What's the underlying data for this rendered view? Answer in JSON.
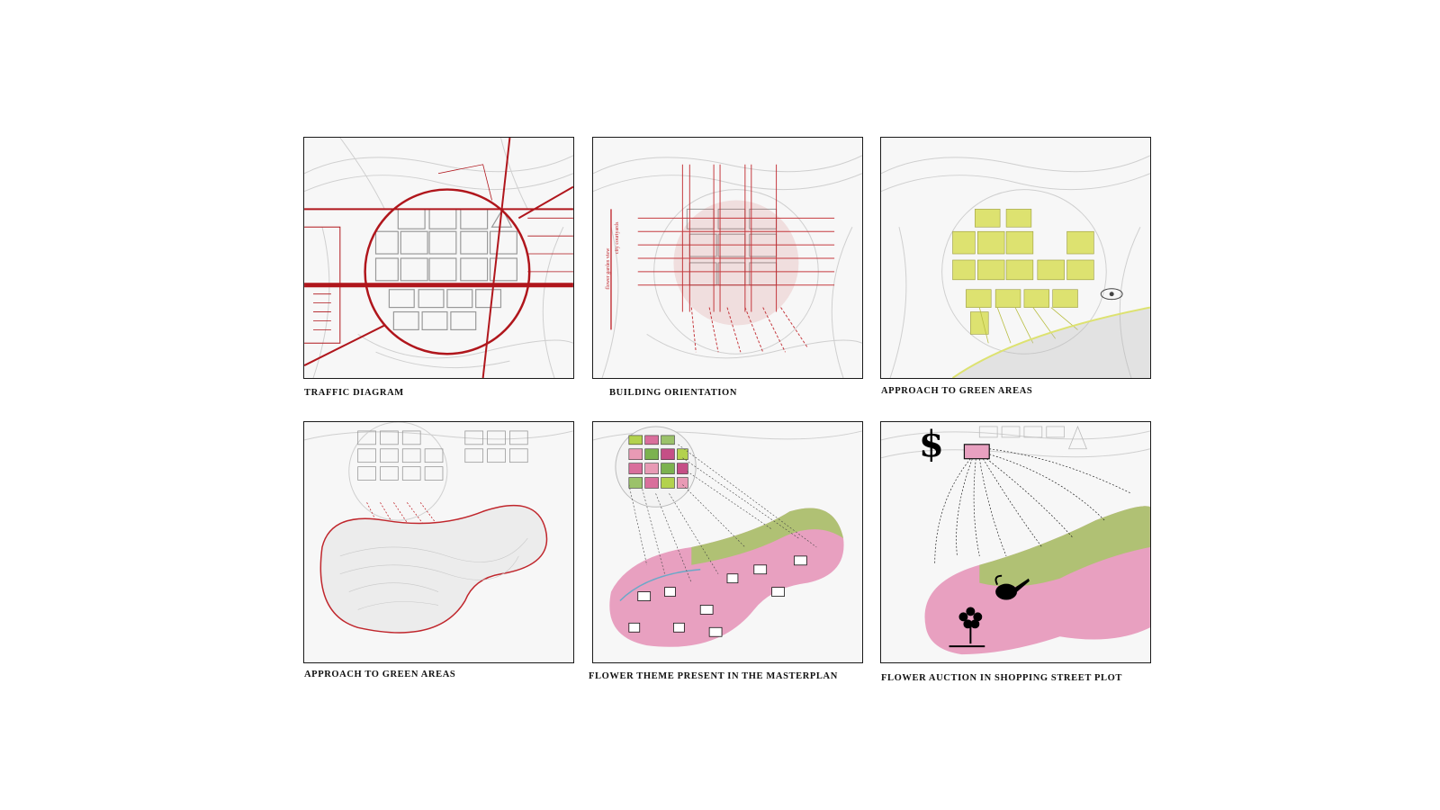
{
  "panels": [
    {
      "id": "traffic",
      "caption": "TRAFFIC DIAGRAM",
      "accent": "#b0161c",
      "vertical_labels": []
    },
    {
      "id": "orientation",
      "caption": "BUILDING ORIENTATION",
      "accent": "#c0262c",
      "vertical_labels": [
        "flower garden view",
        "city courtyards"
      ]
    },
    {
      "id": "green1",
      "caption": "APPROACH TO GREEN AREAS",
      "accent": "#dde270"
    },
    {
      "id": "green2",
      "caption": "APPROACH TO GREEN AREAS",
      "accent": "#c0262c"
    },
    {
      "id": "flower",
      "caption": "FLOWER THEME PRESENT IN THE MASTERPLAN",
      "accent": "#e8a0c0"
    },
    {
      "id": "auction",
      "caption": "FLOWER AUCTION IN SHOPPING STREET PLOT",
      "accent": "#000000",
      "symbol": "$"
    }
  ],
  "icons": [
    "dollar-icon",
    "eye-icon",
    "watering-can-icon",
    "flower-icon"
  ]
}
